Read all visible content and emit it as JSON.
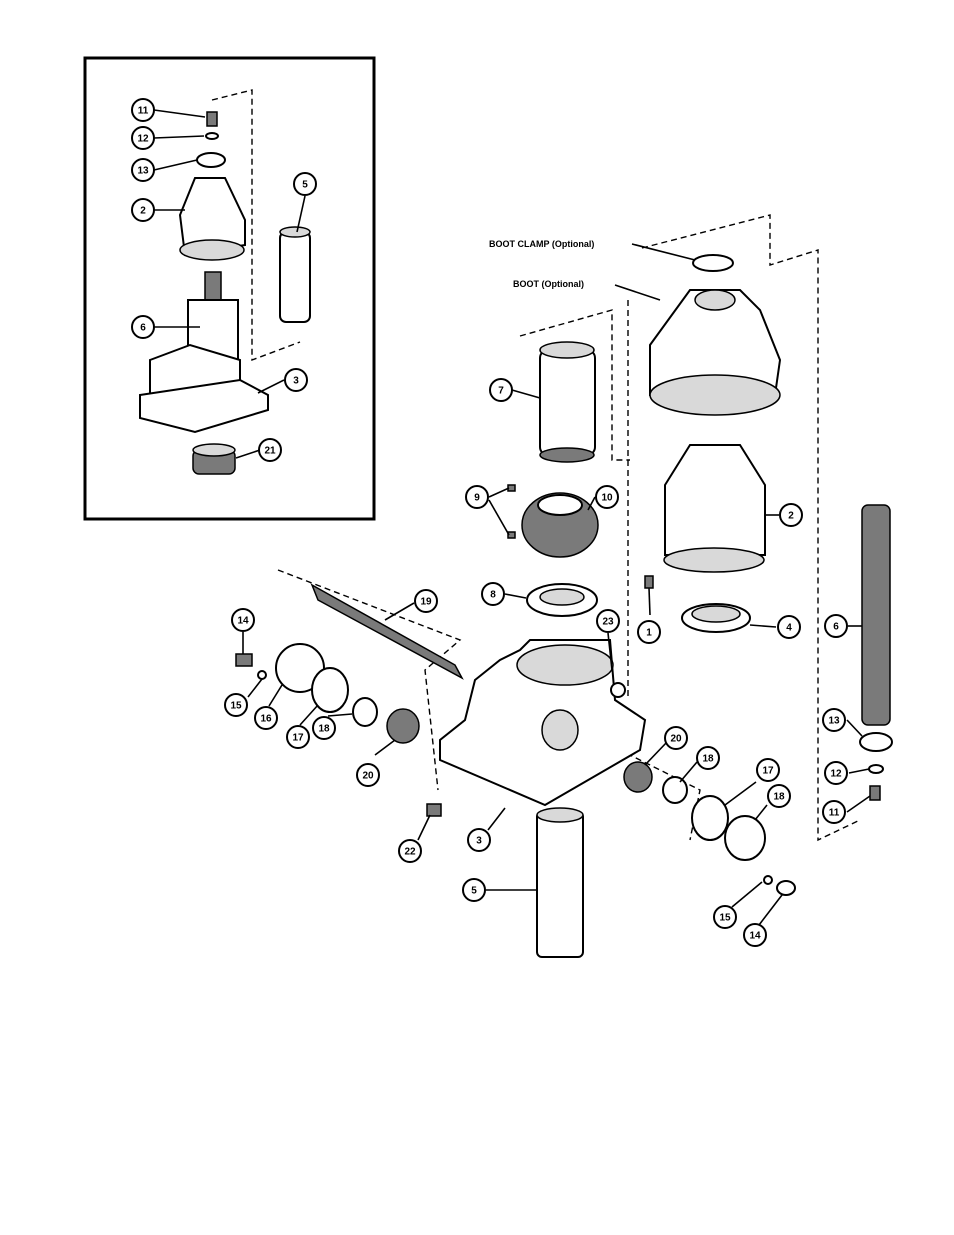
{
  "diagram": {
    "callouts": {
      "inset": [
        "11",
        "12",
        "13",
        "2",
        "6",
        "5",
        "3",
        "21"
      ],
      "main": [
        "7",
        "9",
        "10",
        "8",
        "2",
        "1",
        "4",
        "6",
        "13",
        "12",
        "11",
        "23",
        "19",
        "14",
        "15",
        "16",
        "17",
        "18",
        "20",
        "22",
        "3",
        "5",
        "20",
        "18",
        "17",
        "18",
        "15",
        "14"
      ]
    },
    "text_labels": {
      "boot_clamp": "BOOT CLAMP (Optional)",
      "boot": "BOOT (Optional)"
    }
  }
}
